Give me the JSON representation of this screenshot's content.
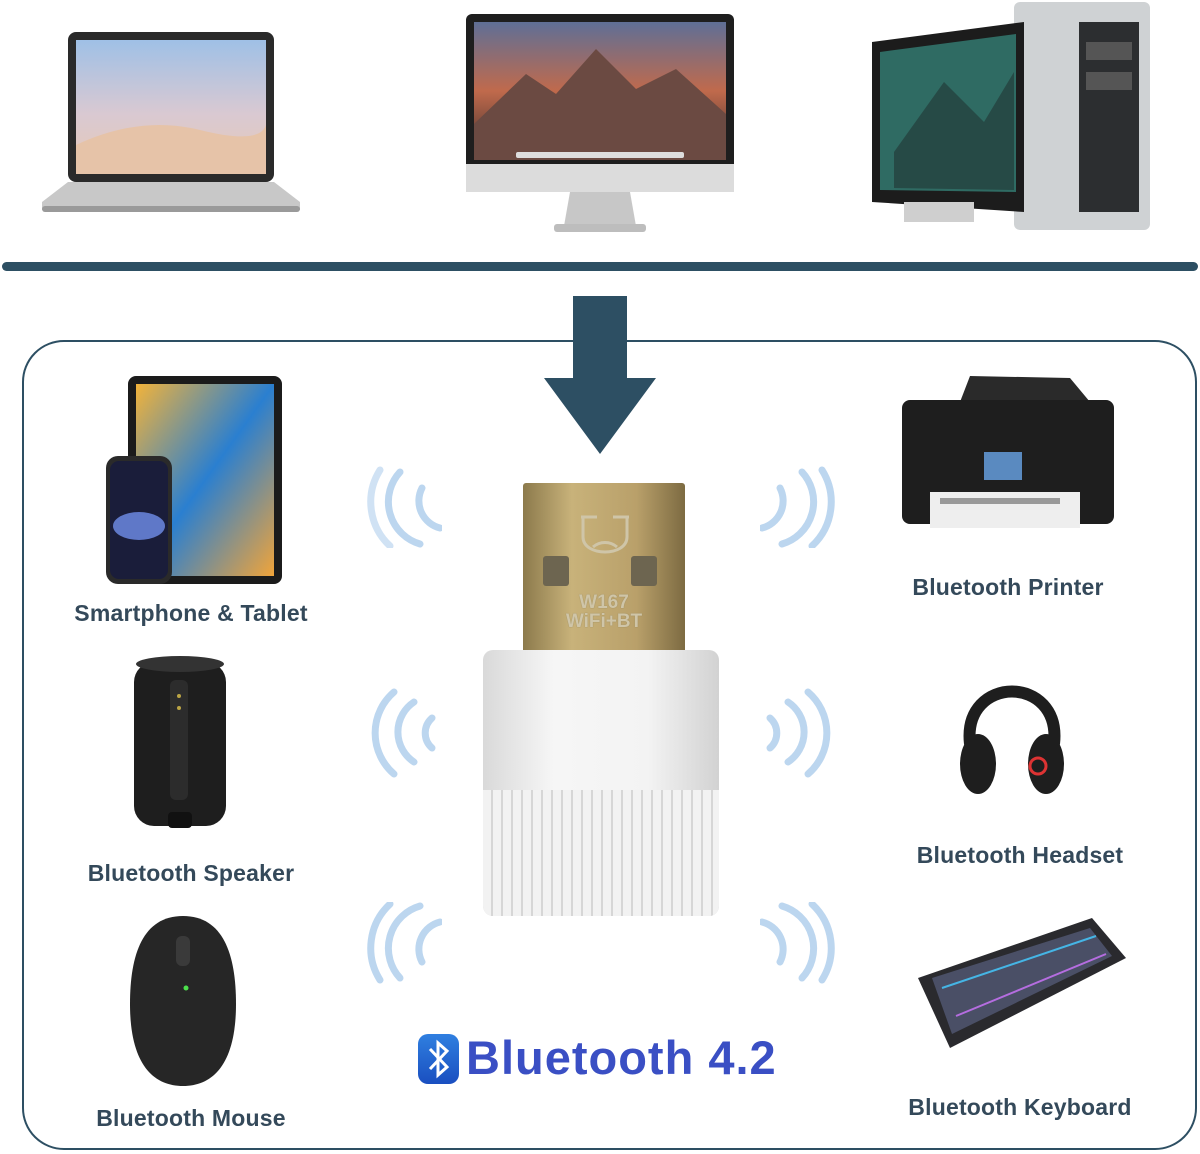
{
  "devices_top": [
    "laptop",
    "imac-desktop",
    "desktop-pc"
  ],
  "left_devices": [
    {
      "label": "Smartphone & Tablet",
      "icon": "tablet-phone-icon"
    },
    {
      "label": "Bluetooth Speaker",
      "icon": "speaker-icon"
    },
    {
      "label": "Bluetooth Mouse",
      "icon": "mouse-icon"
    }
  ],
  "right_devices": [
    {
      "label": "Bluetooth Printer",
      "icon": "printer-icon"
    },
    {
      "label": "Bluetooth Headset",
      "icon": "headset-icon"
    },
    {
      "label": "Bluetooth Keyboard",
      "icon": "keyboard-icon"
    }
  ],
  "dongle": {
    "model": "W167",
    "type": "WiFi+BT"
  },
  "bluetooth": {
    "title": "Bluetooth 4.2"
  },
  "colors": {
    "accent": "#2d4f63",
    "bluetooth": "#3a4fc4",
    "label": "#34495a"
  }
}
